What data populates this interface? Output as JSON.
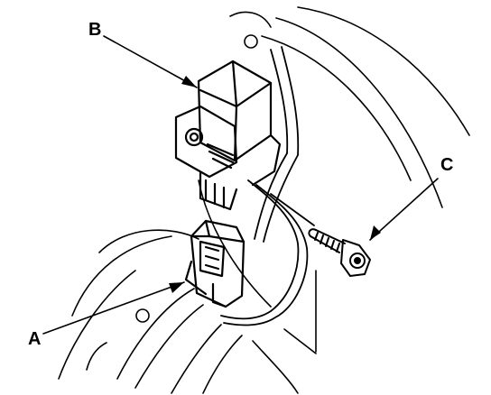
{
  "callouts": {
    "a": "A",
    "b": "B",
    "c": "C"
  },
  "style": {
    "line_color": "#000000",
    "background": "#ffffff"
  }
}
